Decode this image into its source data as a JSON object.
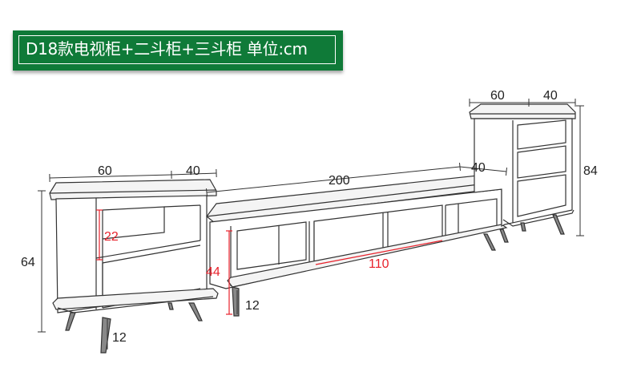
{
  "title": "D18款电视柜+二斗柜+三斗柜 单位:cm",
  "colors": {
    "banner": "#0f7a38",
    "line": "#333333",
    "accent": "#e8212b"
  },
  "dimensions": {
    "left_depth": "60",
    "left_width": "40",
    "left_height": "64",
    "left_leg": "12",
    "left_inner": "22",
    "tv_length": "200",
    "tv_depth": "40",
    "tv_height": "44",
    "tv_leg": "12",
    "tv_door": "110",
    "right_depth": "60",
    "right_width": "40",
    "right_height": "84"
  }
}
